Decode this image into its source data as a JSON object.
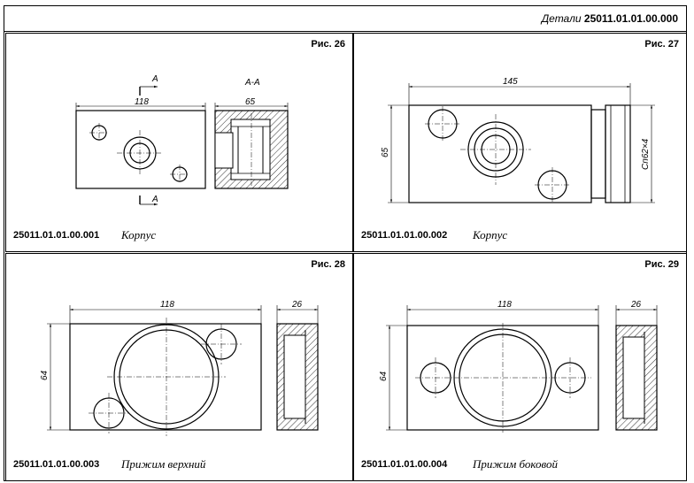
{
  "header": {
    "prefix": "Детали",
    "code": "25011.01.01.00.000"
  },
  "panels": [
    {
      "figure": "Рис. 26",
      "code": "25011.01.01.00.001",
      "title": "Корпус",
      "dims": {
        "width": "118",
        "section_width": "65",
        "section_label": "A-A",
        "cut_top": "A",
        "cut_bottom": "A"
      }
    },
    {
      "figure": "Рис. 27",
      "code": "25011.01.01.00.002",
      "title": "Корпус",
      "dims": {
        "width": "145",
        "height": "65",
        "thread": "Сп62×4"
      }
    },
    {
      "figure": "Рис. 28",
      "code": "25011.01.01.00.003",
      "title": "Прижим верхний",
      "dims": {
        "width": "118",
        "height": "64",
        "side_width": "26"
      }
    },
    {
      "figure": "Рис. 29",
      "code": "25011.01.01.00.004",
      "title": "Прижим боковой",
      "dims": {
        "width": "118",
        "height": "64",
        "side_width": "26"
      }
    }
  ]
}
